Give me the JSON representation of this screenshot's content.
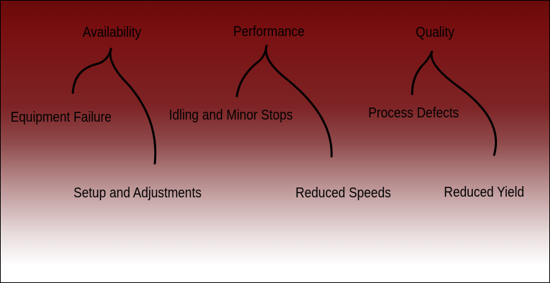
{
  "groups": [
    {
      "heading": "Availability",
      "loss_left": "Equipment Failure",
      "loss_right": "Setup and Adjustments"
    },
    {
      "heading": "Performance",
      "loss_left": "Idling and Minor Stops",
      "loss_right": "Reduced Speeds"
    },
    {
      "heading": "Quality",
      "loss_left": "Process Defects",
      "loss_right": "Reduced Yield"
    }
  ]
}
